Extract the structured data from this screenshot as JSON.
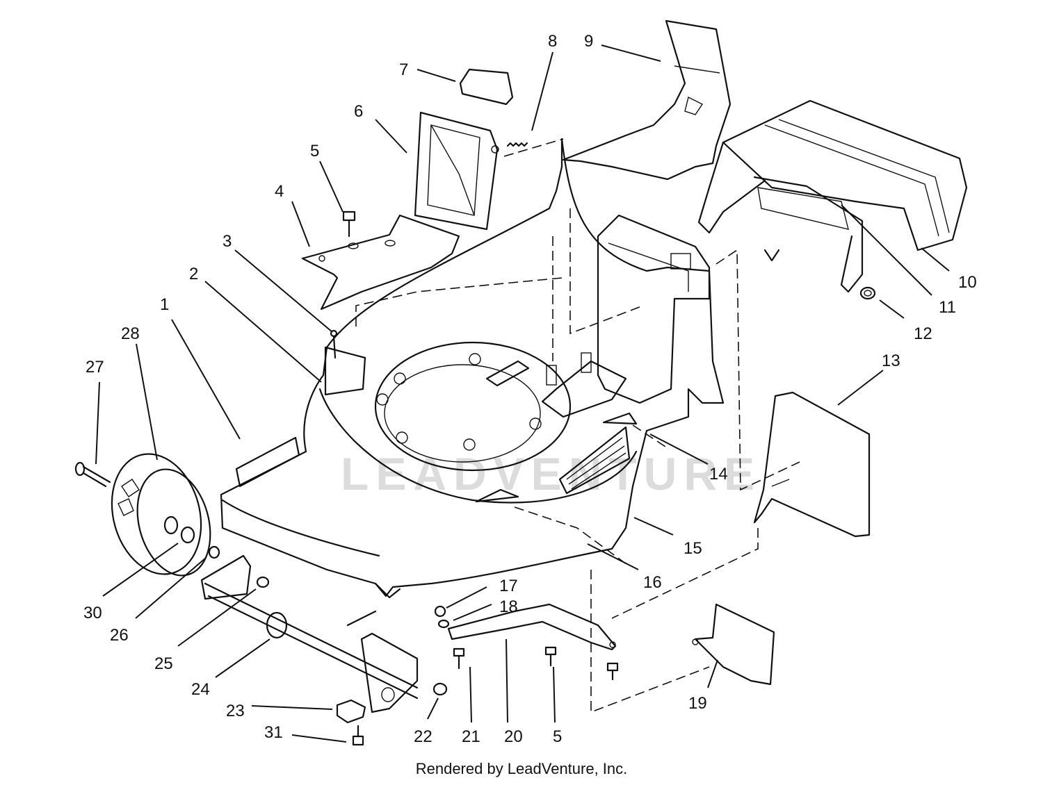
{
  "footer": "Rendered by LeadVenture, Inc.",
  "watermark": "LEADVENTURE",
  "callouts": [
    {
      "id": "c1",
      "label": "1"
    },
    {
      "id": "c2",
      "label": "2"
    },
    {
      "id": "c3",
      "label": "3"
    },
    {
      "id": "c4",
      "label": "4"
    },
    {
      "id": "c5a",
      "label": "5"
    },
    {
      "id": "c6",
      "label": "6"
    },
    {
      "id": "c7",
      "label": "7"
    },
    {
      "id": "c8",
      "label": "8"
    },
    {
      "id": "c9",
      "label": "9"
    },
    {
      "id": "c10",
      "label": "10"
    },
    {
      "id": "c11",
      "label": "11"
    },
    {
      "id": "c12",
      "label": "12"
    },
    {
      "id": "c13",
      "label": "13"
    },
    {
      "id": "c14",
      "label": "14"
    },
    {
      "id": "c15",
      "label": "15"
    },
    {
      "id": "c16",
      "label": "16"
    },
    {
      "id": "c17",
      "label": "17"
    },
    {
      "id": "c18",
      "label": "18"
    },
    {
      "id": "c19",
      "label": "19"
    },
    {
      "id": "c20",
      "label": "20"
    },
    {
      "id": "c21",
      "label": "21"
    },
    {
      "id": "c22",
      "label": "22"
    },
    {
      "id": "c23",
      "label": "23"
    },
    {
      "id": "c24",
      "label": "24"
    },
    {
      "id": "c25",
      "label": "25"
    },
    {
      "id": "c26",
      "label": "26"
    },
    {
      "id": "c27",
      "label": "27"
    },
    {
      "id": "c28",
      "label": "28"
    },
    {
      "id": "c30",
      "label": "30"
    },
    {
      "id": "c31",
      "label": "31"
    },
    {
      "id": "c5b",
      "label": "5"
    }
  ]
}
